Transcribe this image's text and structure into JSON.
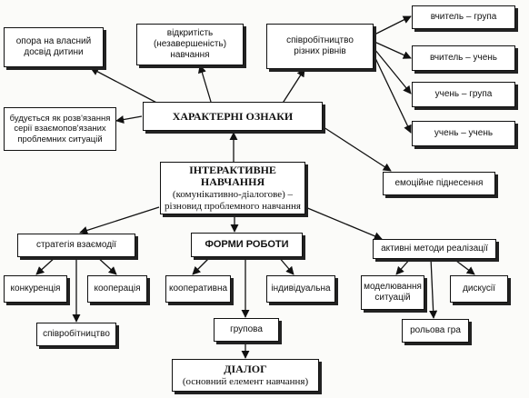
{
  "nodes": {
    "own_experience": "опора на власний\nдосвід дитини",
    "openness": "відкритість\n(незавершеність)\nнавчання",
    "cooperation_levels": "співробітництво\nрізних рівнів",
    "teacher_group": "вчитель – група",
    "teacher_student": "вчитель – учень",
    "student_group": "учень – група",
    "student_student": "учень – учень",
    "problem_situations": "будується як розв'язання\nсерії взаємопов'язаних\nпроблемних ситуацій",
    "characteristic_features": "ХАРАКТЕРНІ ОЗНАКИ",
    "emotional_uplift": "емоційне піднесення",
    "interactive_learning": {
      "title": "ІНТЕРАКТИВНЕ НАВЧАННЯ",
      "line2": "(комунікативно-діалогове) –",
      "line3": "різновид проблемного навчання"
    },
    "interaction_strategy": "стратегія взаємодії",
    "work_forms": "ФОРМИ РОБОТИ",
    "active_methods": "активні методи реалізації",
    "competition": "конкуренція",
    "cooperation": "кооперація",
    "cooperative": "кооперативна",
    "individual": "індивідуальна",
    "modeling_situations": "моделювання\nситуацій",
    "discussions": "дискусії",
    "collaboration": "співробітництво",
    "group": "групова",
    "role_play": "рольова гра",
    "dialogue": {
      "title": "ДІАЛОГ",
      "subtitle": "(основний елемент навчання)"
    }
  }
}
